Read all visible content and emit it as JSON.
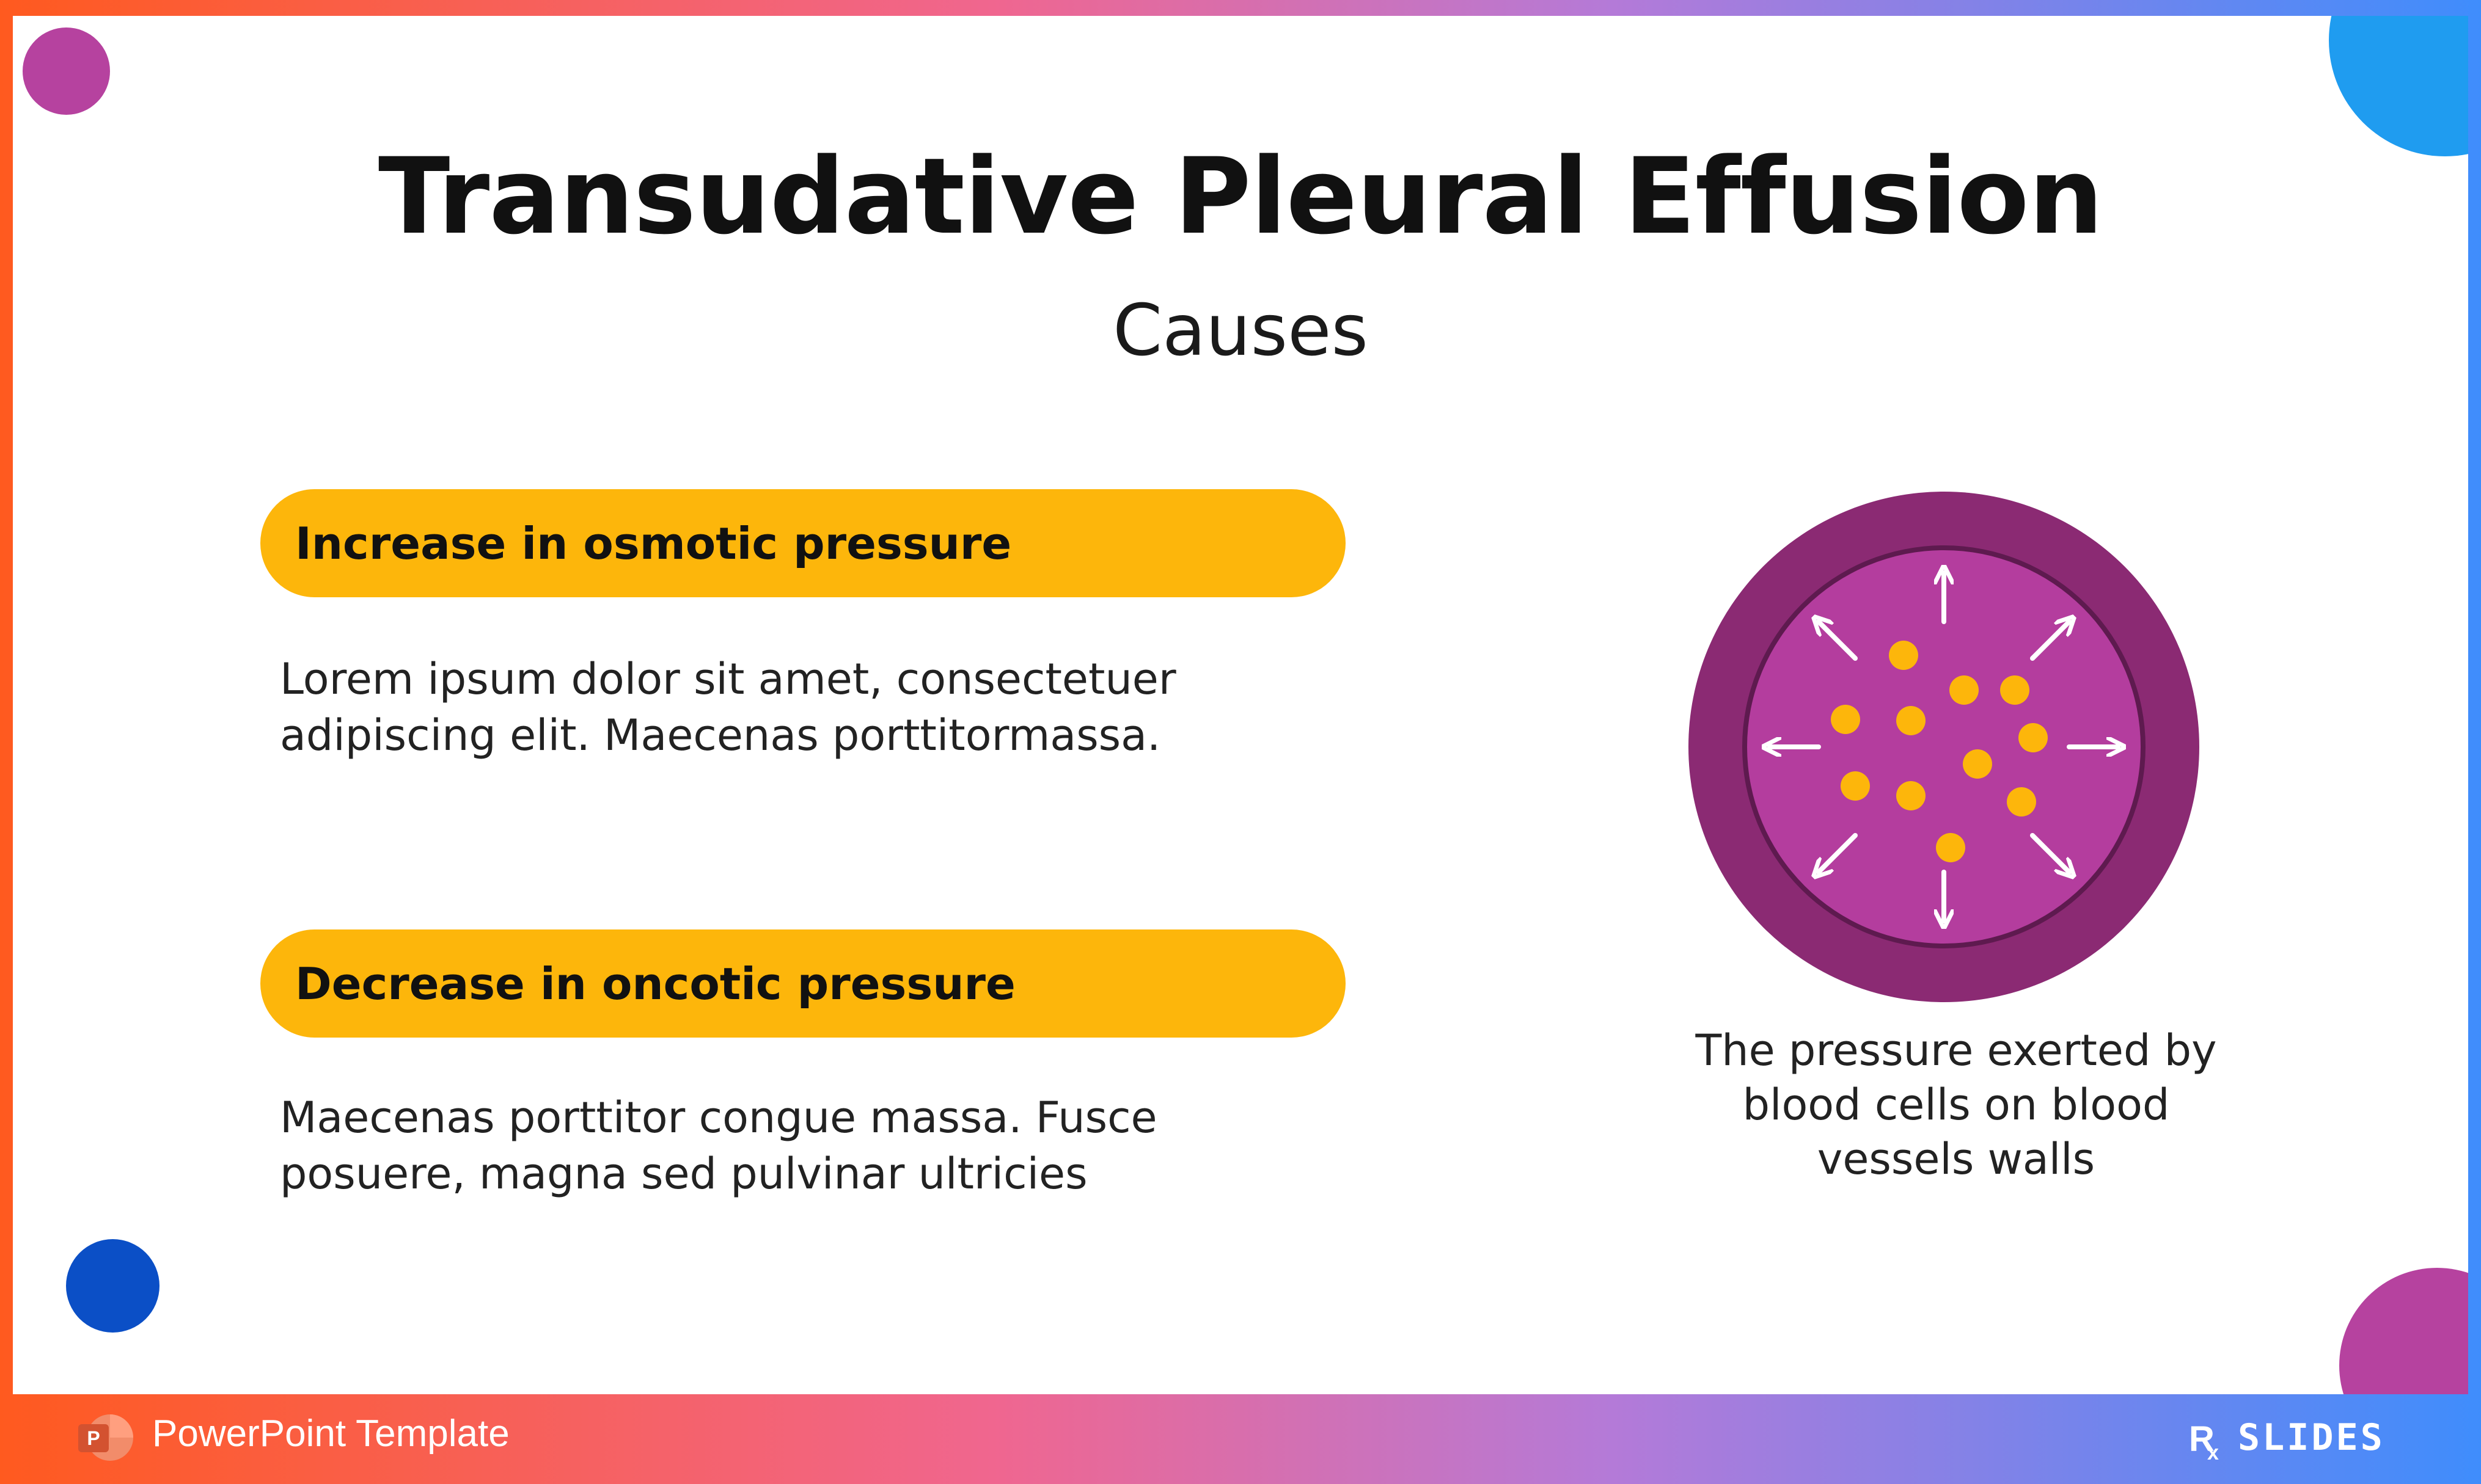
{
  "slide": {
    "title": "Transudative Pleural Effusion",
    "subtitle": "Causes"
  },
  "causes": [
    {
      "heading": "Increase in osmotic pressure",
      "body_lines": [
        "Lorem ipsum dolor sit amet, consectetuer",
        "adipiscing elit. Maecenas porttitormassa."
      ]
    },
    {
      "heading": "Decrease in oncotic pressure",
      "body_lines": [
        "Maecenas porttitor congue massa. Fusce",
        "posuere, magna sed pulvinar ultricies"
      ]
    }
  ],
  "diagram": {
    "caption_lines": [
      "The pressure exerted by",
      "blood cells on blood",
      "vessels walls"
    ]
  },
  "footer": {
    "label": "PowerPoint Template",
    "logo_text": "SLIDES",
    "icons": [
      "powerpoint-app-icon",
      "rxslides-logo"
    ]
  },
  "colors": {
    "accent_yellow": "#fdb60b",
    "vessel_outer": "#8b2a73",
    "vessel_inner": "#b43d9e",
    "blood_cell": "#fdb60b",
    "deco_magenta": "#b6429f",
    "deco_blue": "#0b4fc6",
    "deco_sky": "#1f9cf0"
  }
}
